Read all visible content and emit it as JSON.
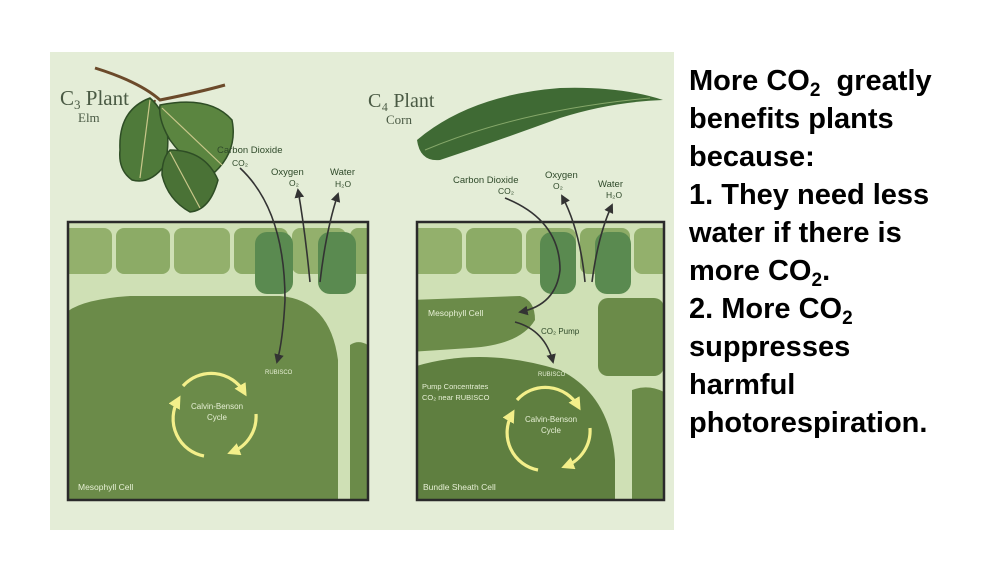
{
  "diagram": {
    "c3": {
      "title_main": "C",
      "title_sub": "3",
      "title_rest": " Plant",
      "species": "Elm",
      "carbon_dioxide": "Carbon Dioxide",
      "co2_formula": "CO₂",
      "oxygen": "Oxygen",
      "o2_formula": "O₂",
      "water": "Water",
      "h2o_formula": "H₂O",
      "rubisco": "RUBISCO",
      "cycle_line1": "Calvin-Benson",
      "cycle_line2": "Cycle",
      "cell_label": "Mesophyll Cell"
    },
    "c4": {
      "title": "C₄ Plant",
      "species": "Corn",
      "carbon_dioxide": "Carbon Dioxide",
      "co2_formula": "CO₂",
      "oxygen": "Oxygen",
      "o2_formula": "O₂",
      "water": "Water",
      "h2o_formula": "H₂O",
      "mesophyll_label": "Mesophyll Cell",
      "co2_pump": "CO₂ Pump",
      "rubisco": "RUBISCO",
      "pump_line1": "Pump Concentrates",
      "pump_line2": "CO₂ near RUBISCO",
      "cycle_line1": "Calvin-Benson",
      "cycle_line2": "Cycle",
      "cell_label": "Bundle Sheath Cell"
    }
  },
  "explanation": {
    "line1_a": "More CO",
    "line1_sub": "2",
    "line1_b": "  greatly",
    "line2": "benefits plants",
    "line3": "because:",
    "line4": "1. They need less",
    "line5": "water if there is",
    "line6_a": "more CO",
    "line6_sub": "2",
    "line6_b": ".",
    "line7_a": "2. More CO",
    "line7_sub": "2",
    "line8": "suppresses",
    "line9": "harmful",
    "line10": "photorespiration."
  },
  "colors": {
    "panel_bg": "#e4edd7",
    "cell_fill": "#6b8b49",
    "cell_dark": "#5a7a3c",
    "leaf": "#3f6a34",
    "cycle": "#f3ef8a",
    "arrow": "#333333"
  }
}
